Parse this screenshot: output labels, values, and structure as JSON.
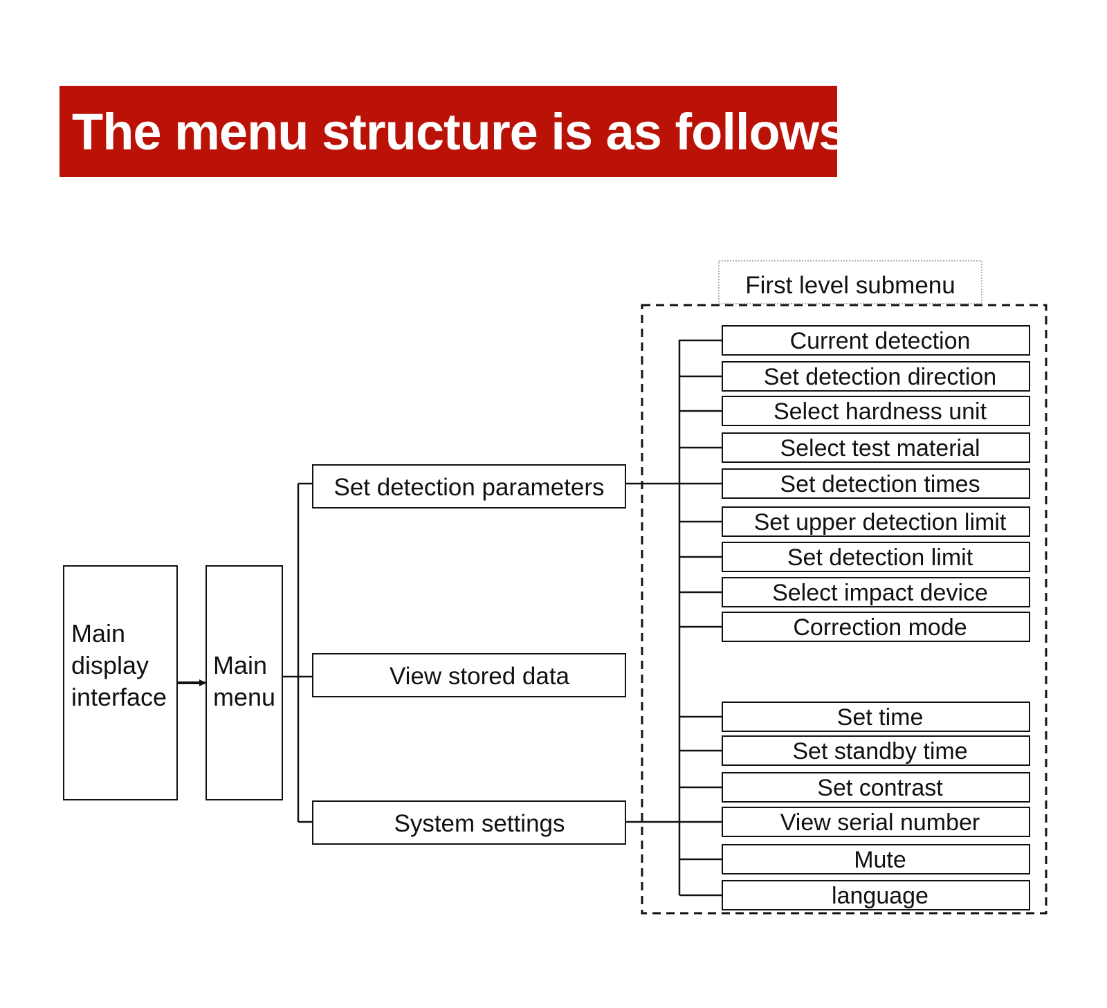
{
  "title": "The menu structure is as follows:",
  "submenu_group_label": "First level submenu",
  "root": {
    "label_lines": [
      "Main",
      "display",
      "interface"
    ]
  },
  "main_menu": {
    "label_lines": [
      "Main",
      "menu"
    ]
  },
  "main_menu_items": [
    {
      "label": "Set detection parameters",
      "children": [
        "Current detection",
        "Set detection direction",
        "Select hardness unit",
        "Select test material",
        "Set detection times",
        "Set upper detection limit",
        "Set detection limit",
        "Select impact device",
        "Correction mode"
      ]
    },
    {
      "label": "View stored data",
      "children": []
    },
    {
      "label": "System settings",
      "children": [
        "Set time",
        "Set standby time",
        "Set contrast",
        "View serial number",
        "Mute",
        "language"
      ]
    }
  ],
  "colors": {
    "banner": "#bb1207",
    "banner_text": "#ffffff",
    "line": "#111111"
  }
}
